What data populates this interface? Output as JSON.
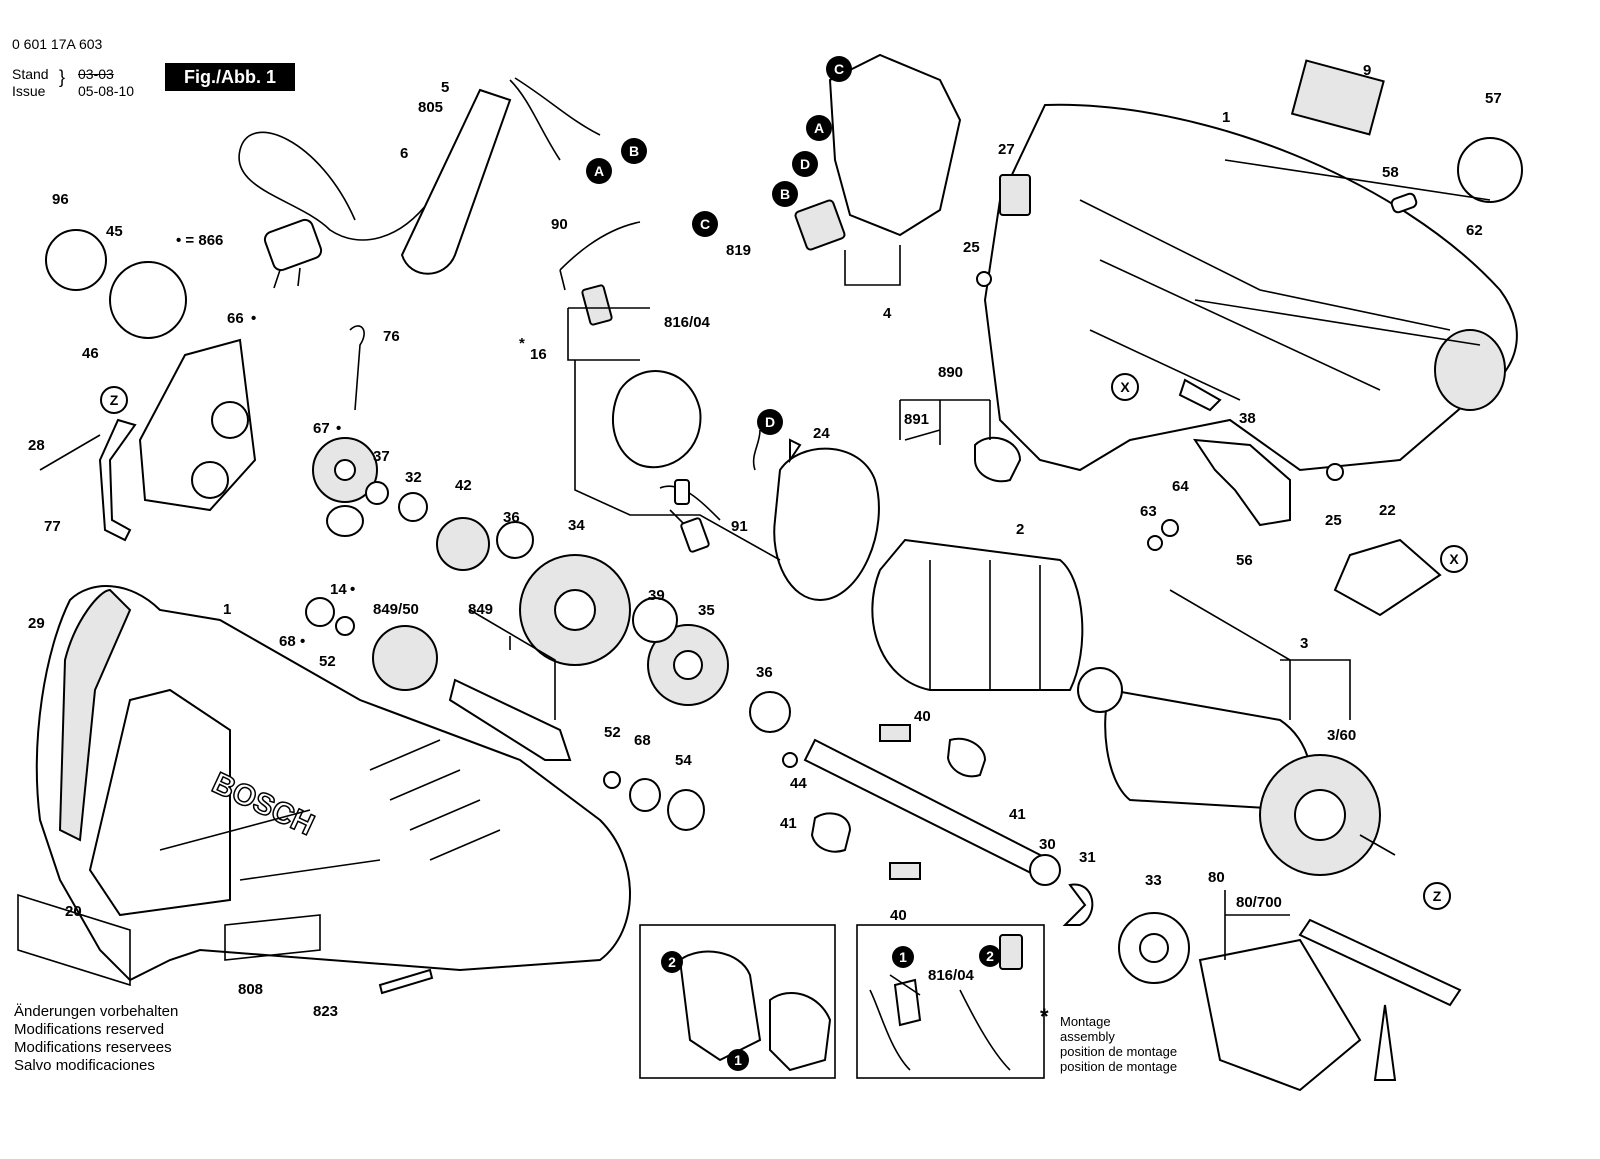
{
  "header": {
    "doc_number": "0 601 17A 603",
    "stand_label": "Stand",
    "issue_label": "Issue",
    "old_date": "03-03",
    "date": "05-08-10",
    "figure_label": "Fig./Abb. 1"
  },
  "legend_dot": "• = 866",
  "footer_notes": [
    "Änderungen vorbehalten",
    "Modifications reserved",
    "Modifications reservees",
    "Salvo modificaciones"
  ],
  "montage_note": {
    "marker": "*",
    "lines": [
      "Montage",
      "assembly",
      "position de montage",
      "position de montage"
    ]
  },
  "part_labels": [
    "5",
    "805",
    "6",
    "96",
    "45",
    "46",
    "66",
    "•",
    "76",
    "28",
    "77",
    "67",
    "•",
    "37",
    "32",
    "42",
    "36",
    "14",
    "•",
    "34",
    "29",
    "1",
    "68",
    "•",
    "52",
    "849/50",
    "849",
    "39",
    "35",
    "36",
    "52",
    "68",
    "54",
    "44",
    "20",
    "808",
    "823",
    "90",
    "16",
    "*",
    "816/04",
    "819",
    "4",
    "27",
    "25",
    "9",
    "1",
    "57",
    "58",
    "62",
    "24",
    "91",
    "2",
    "890",
    "891",
    "38",
    "64",
    "63",
    "56",
    "25",
    "22",
    "3",
    "3/60",
    "40",
    "41",
    "41",
    "30",
    "31",
    "40",
    "33",
    "80",
    "80/700",
    "816/04"
  ],
  "callout_letters": [
    "A",
    "B",
    "C",
    "A",
    "D",
    "B",
    "C",
    "D",
    "Z",
    "Z",
    "X",
    "X",
    "1",
    "2",
    "1",
    "2"
  ],
  "colors": {
    "ink": "#000000",
    "paper": "#ffffff",
    "fill": "#e6e6e6"
  }
}
